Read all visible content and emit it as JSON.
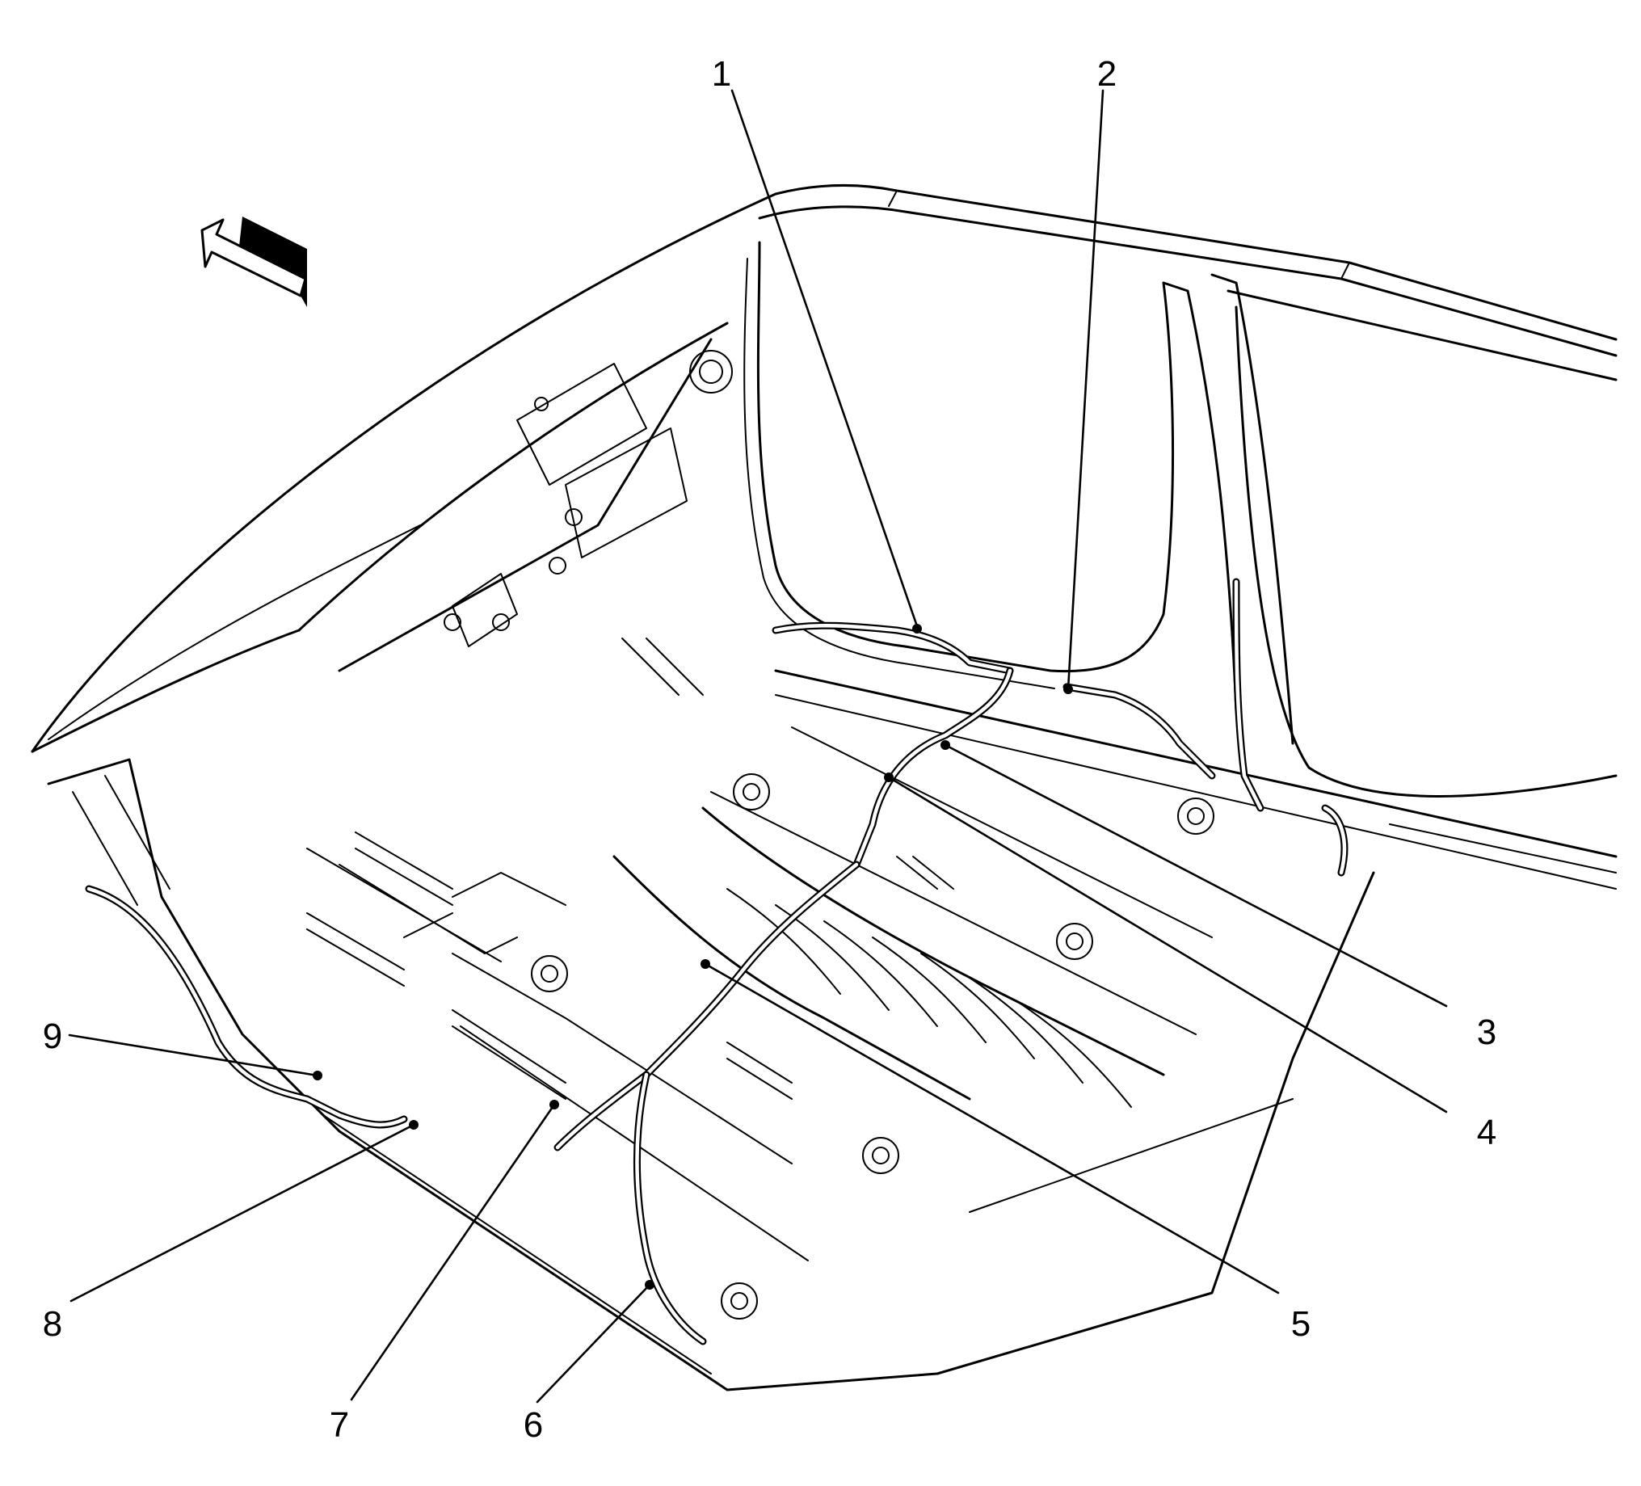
{
  "callouts": {
    "c1": "1",
    "c2": "2",
    "c3": "3",
    "c4": "4",
    "c5": "5",
    "c6": "6",
    "c7": "7",
    "c8": "8",
    "c9": "9"
  },
  "icons": {
    "direction_arrow": "front-direction-arrow-icon"
  },
  "colors": {
    "line": "#000000",
    "background": "#ffffff"
  }
}
